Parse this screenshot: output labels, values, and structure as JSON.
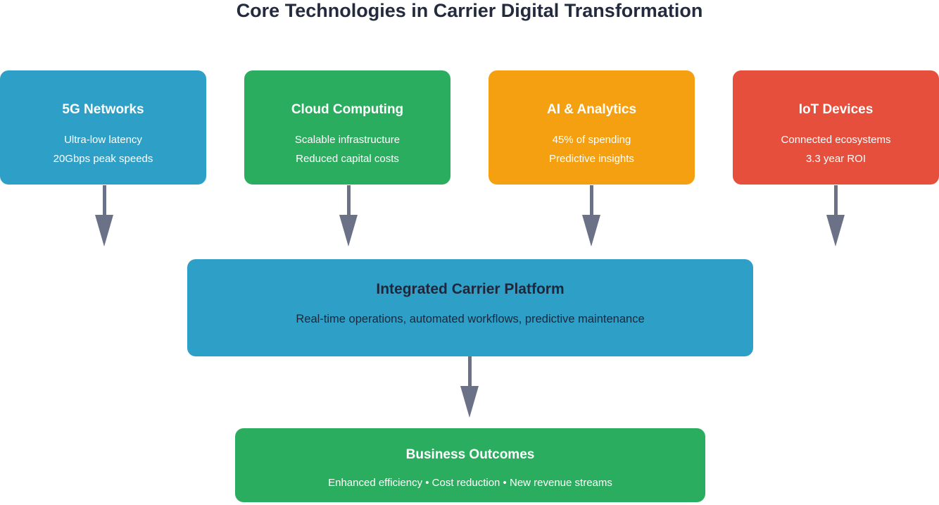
{
  "title": "Core Technologies in Carrier Digital Transformation",
  "colors": {
    "title_text": "#242B3F",
    "box_text_light": "#ffffff",
    "box_text_dark": "#1E273B",
    "arrow": "#6B7288",
    "blue": "#2E9FC6",
    "green": "#2BAD5F",
    "orange": "#F5A011",
    "red": "#E74F3D"
  },
  "technology_boxes": [
    {
      "title": "5G Networks",
      "lines": [
        "Ultra-low latency",
        "20Gbps peak speeds"
      ],
      "color": "#2E9FC6"
    },
    {
      "title": "Cloud Computing",
      "lines": [
        "Scalable infrastructure",
        "Reduced capital costs"
      ],
      "color": "#2BAD5F"
    },
    {
      "title": "AI & Analytics",
      "lines": [
        "45% of spending",
        "Predictive insights"
      ],
      "color": "#F5A011"
    },
    {
      "title": "IoT Devices",
      "lines": [
        "Connected ecosystems",
        "3.3 year ROI"
      ],
      "color": "#E74F3D"
    }
  ],
  "platform_box": {
    "title": "Integrated Carrier Platform",
    "subtitle": "Real-time operations, automated workflows, predictive maintenance",
    "color": "#2E9FC6"
  },
  "outcomes_box": {
    "title": "Business Outcomes",
    "subtitle": "Enhanced efficiency • Cost reduction • New revenue streams",
    "color": "#2BAD5F"
  }
}
